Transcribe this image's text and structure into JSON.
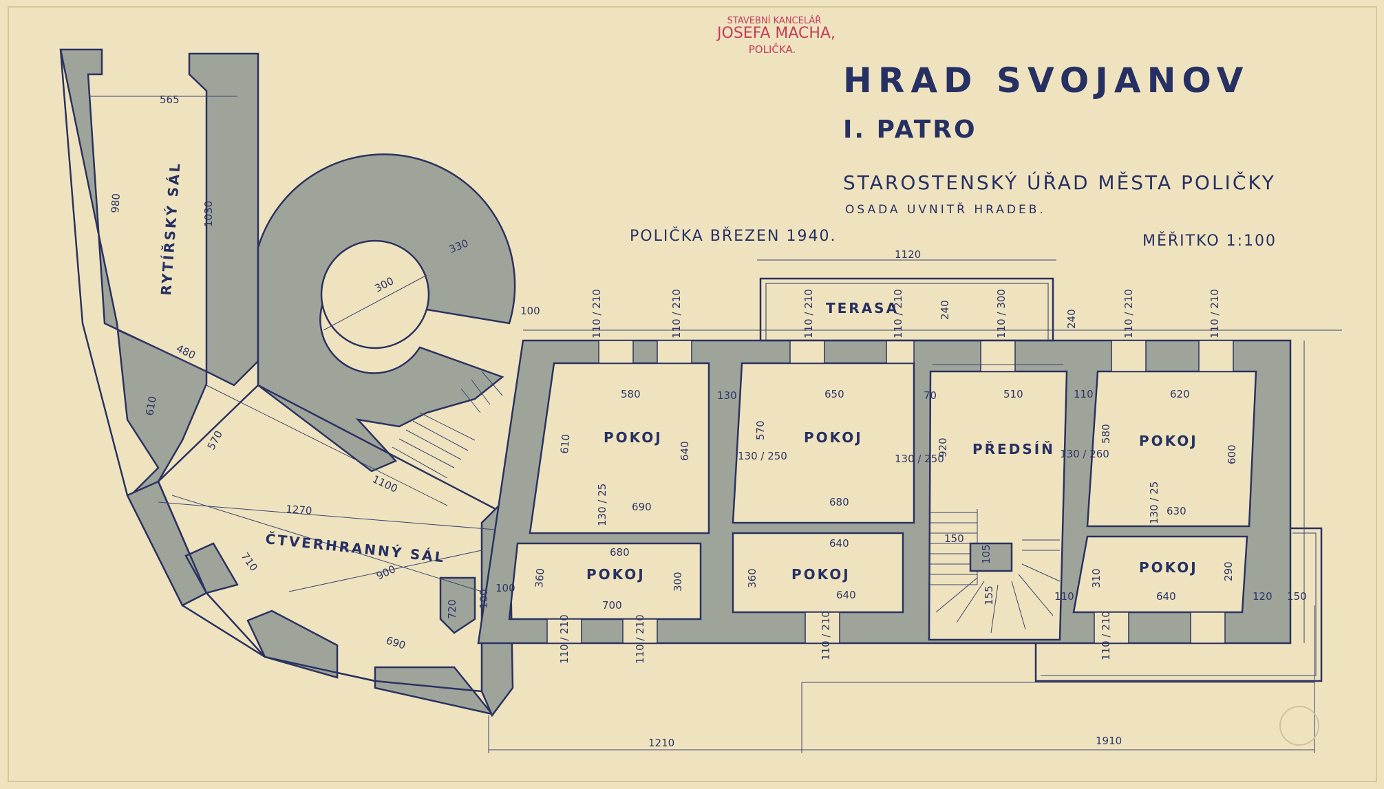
{
  "stamp": {
    "line1": "STAVEBNÍ KANCELÁŘ",
    "line2": "JOSEFA MACHA,",
    "line3": "POLIČKA."
  },
  "header": {
    "title": "HRAD SVOJANOV",
    "floor": "I. PATRO",
    "office": "STAROSTENSKÝ ÚŘAD MĚSTA POLIČKY",
    "subtitle": "OSADA UVNITŘ HRADEB.",
    "place_date": "POLIČKA BŘEZEN 1940.",
    "scale": "MĚŘITKO 1:100"
  },
  "rooms": {
    "rytirsky": "RYTÍŘSKÝ SÁL",
    "ctverhranny": "ČTVERHRANNÝ SÁL",
    "terasa": "TERASA",
    "pokoj": "POKOJ",
    "predsin": "PŘEDSÍŇ"
  },
  "dims": {
    "d565": "565",
    "d980": "980",
    "d1030": "1030",
    "d480": "480",
    "d610a": "610",
    "d300": "300",
    "d330": "330",
    "d100a": "100",
    "d570a": "570",
    "d1100": "1100",
    "d1270": "1270",
    "d710": "710",
    "d900": "900",
    "d690a": "690",
    "d720": "720",
    "d100b": "100",
    "d100c": "100",
    "d1120": "1120",
    "d240a": "240",
    "d240b": "240",
    "d580a": "580",
    "d650": "650",
    "d510": "510",
    "d620": "620",
    "d130a": "130",
    "d610b": "610",
    "d640a": "640",
    "d570b": "570",
    "d920": "920",
    "d580b": "580",
    "d600": "600",
    "d690b": "690",
    "d680a": "680",
    "d630": "630",
    "d680b": "680",
    "d640b": "640",
    "d360a": "360",
    "d300b": "300",
    "d360b": "360",
    "d640c": "640",
    "d310": "310",
    "d290": "290",
    "d700": "700",
    "d640d": "640",
    "d120a": "120",
    "d150a": "150",
    "d1210": "1210",
    "d1910": "1910",
    "d70": "70",
    "d110a": "110",
    "d110b": "110",
    "d155": "155",
    "d105": "105",
    "d150b": "150",
    "d110_210": "110 / 210",
    "d110_300": "110 / 300",
    "d130_250": "130 / 250",
    "d130_260": "130 / 260",
    "d130_25": "130 / 25"
  }
}
